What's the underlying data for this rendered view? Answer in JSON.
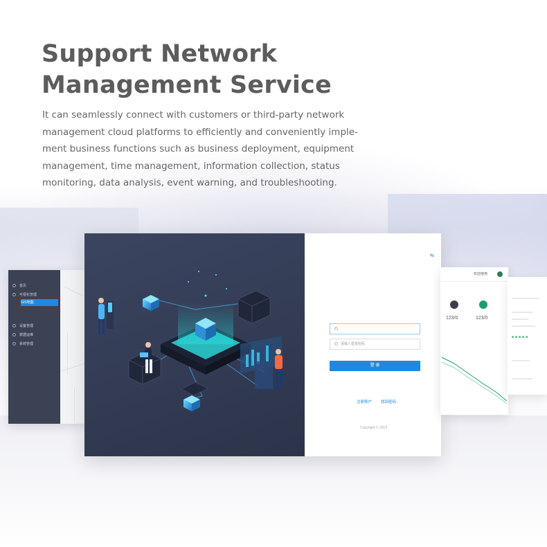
{
  "header": {
    "title_line1": "Support Network",
    "title_line2": "Management Service",
    "description": "It can seamlessly connect with customers or third-party network management cloud platforms to efficiently and conveniently imple-ment business functions such as business deployment, equipment management, time management, information collection, status monitoring, data analysis, event warning, and troubleshooting."
  },
  "left_panel": {
    "nav": [
      {
        "label": "首页"
      },
      {
        "label": "可视化管理"
      },
      {
        "label": "GIS地图"
      },
      {
        "label": "设备管理"
      },
      {
        "label": "数据运维"
      },
      {
        "label": "系统管理"
      }
    ]
  },
  "login": {
    "username_placeholder": "",
    "password_placeholder": "请输入登录密码",
    "login_button": "登 录",
    "register_link": "注册账户",
    "forgot_link": "找回密码",
    "copyright": "Copyright © 2019"
  },
  "right_panel": {
    "header_label": "欢迎使用",
    "stats": [
      {
        "value": "123/0",
        "color": "#3b3f4a"
      },
      {
        "value": "123/0",
        "color": "#1aa06d"
      }
    ],
    "chart_type": "line"
  },
  "colors": {
    "accent": "#1e88e5",
    "sidebar": "#3a4254",
    "illustration_bg": "#333c54",
    "heading": "#5c5c5c"
  }
}
